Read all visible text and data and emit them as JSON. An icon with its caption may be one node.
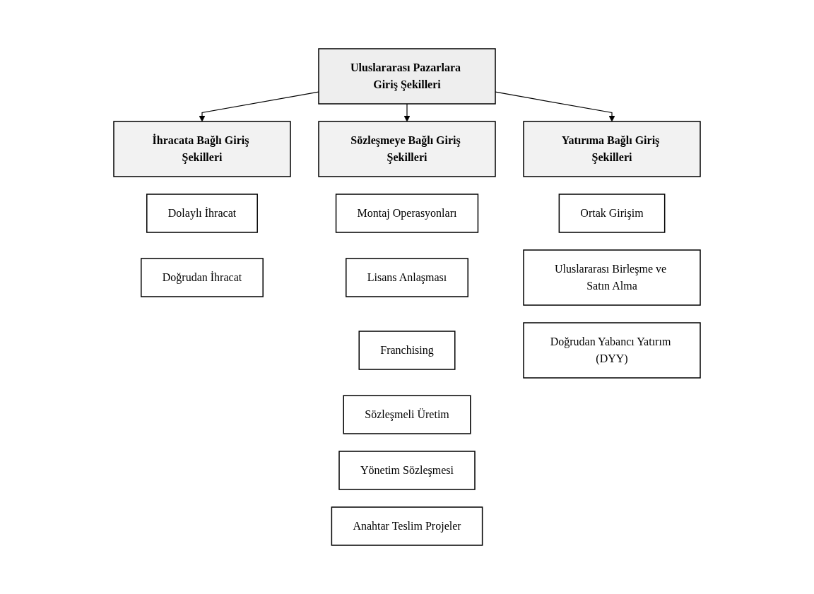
{
  "diagram": {
    "nodes": [
      {
        "text": [
          "Uluslararası Pazarlara Giriş Şekilleri"
        ]
      },
      {
        "text": [
          "İhracata Bağlı Giriş Şekilleri"
        ]
      },
      {
        "text": [
          "Sözleşmeye Bağlı Giriş Şekilleri"
        ]
      },
      {
        "text": [
          "Yatırıma Bağlı Giriş Şekilleri"
        ]
      },
      {
        "text": [
          "Dolaylı İhracat"
        ]
      },
      {
        "text": [
          "Doğrudan İhracat"
        ]
      },
      {
        "text": [
          "Montaj Operasyonları"
        ]
      },
      {
        "text": [
          "Lisans Anlaşması"
        ]
      },
      {
        "text": [
          "Franchising"
        ]
      },
      {
        "text": [
          "Sözleşmeli Üretim"
        ]
      },
      {
        "text": [
          "Yönetim Sözleşmesi"
        ]
      },
      {
        "text": [
          "Anahtar Teslim Projeler"
        ]
      },
      {
        "text": [
          "Ortak Girişim"
        ]
      },
      {
        "text": [
          "Uluslararası Birleşme ve Satın Alma"
        ]
      },
      {
        "text": [
          "Doğrudan Yabancı Yatırım (DYY)"
        ]
      }
    ],
    "edges": [
      {
        "from": 0,
        "to": 1,
        "arrow": "to"
      },
      {
        "from": 0,
        "to": 2,
        "arrow": "to"
      },
      {
        "from": 0,
        "to": 3,
        "arrow": "to"
      }
    ]
  }
}
